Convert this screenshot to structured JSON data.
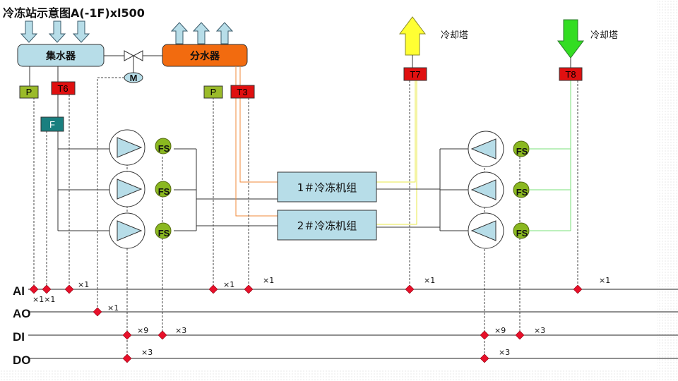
{
  "title": "冷冻站示意图A(-1F)xl500",
  "collector": "集水器",
  "distributor": "分水器",
  "valve_motor": "M",
  "sensors": {
    "p_left": "P",
    "t6": "T6",
    "f": "F",
    "p_right": "P",
    "t3": "T3",
    "t7": "T7",
    "t8": "T8"
  },
  "cooling_tower_1": "冷却塔",
  "cooling_tower_2": "冷却塔",
  "chillers": [
    "1＃冷冻机组",
    "2＃冷冻机组"
  ],
  "flow_switch_label": "FS",
  "buses": [
    "AI",
    "AO",
    "DI",
    "DO"
  ],
  "multipliers": {
    "ai_left": "×1×1",
    "ai_t6": "×1",
    "ai_p": "×1",
    "ai_t3": "×1",
    "ai_t7": "×1",
    "ai_t8": "×1",
    "ao_m": "×1",
    "di_left_pump": "×9",
    "di_left_fs": "×3",
    "di_right_pump": "×9",
    "di_right_fs": "×3",
    "do_left": "×3",
    "do_right": "×3"
  },
  "colors": {
    "collector_fill": "#b7dde8",
    "distributor_fill": "#f26b0f",
    "sensor_p": "#9bbb2a",
    "sensor_t": "#e01010",
    "sensor_f": "#1a7f7f",
    "arrow_up_tower": "#ffff33",
    "arrow_down_tower": "#33dd22",
    "fs": "#8ab820",
    "node": "#e8102a",
    "pump_fill": "#b7dde8",
    "chiller_fill": "#b7dde8"
  }
}
